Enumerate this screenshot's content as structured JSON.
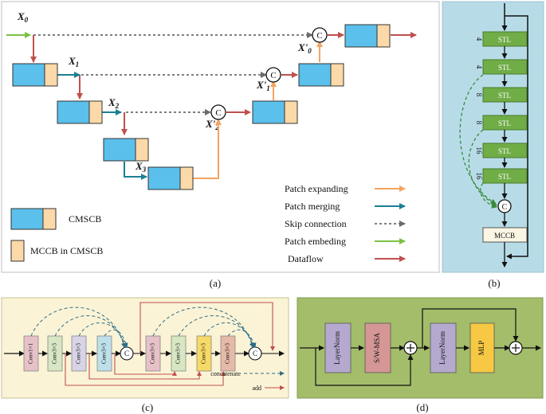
{
  "panels": {
    "a": {
      "caption": "(a)",
      "x_labels": {
        "x0": "X",
        "x0_sub": "0",
        "x1": "X",
        "x1_sub": "1",
        "x2": "X",
        "x2_sub": "2",
        "x3": "X",
        "x3_sub": "3",
        "x0p": "X'",
        "x0p_sub": "0",
        "x1p": "X'",
        "x1p_sub": "1",
        "x2p": "X'",
        "x2p_sub": "2"
      },
      "concat_symbol": "C",
      "legend": {
        "cmscb": "CMSCB",
        "mccb": "MCCB in CMSCB",
        "patch_expanding": "Patch expanding",
        "patch_merging": "Patch merging",
        "skip_connection": "Skip connection",
        "patch_embeding": "Patch embeding",
        "dataflow": "Dataflow"
      }
    },
    "b": {
      "caption": "(b)",
      "stl_label": "STL",
      "stl_numbers": [
        "4",
        "4",
        "8",
        "8",
        "16",
        "16"
      ],
      "concat_symbol": "C",
      "mccb_label": "MCCB"
    },
    "c": {
      "caption": "(c)",
      "blocks": [
        "Conv1×1",
        "Conv3×3",
        "Conv3×3",
        "Conv3×3",
        "Conv3×3",
        "Conv3×3",
        "Conv3×3",
        "Conv3×3"
      ],
      "concat_symbol": "C",
      "legend": {
        "concatenate": "concatenate",
        "add": "add"
      }
    },
    "d": {
      "caption": "(d)",
      "blocks": [
        "LayerNorm",
        "S/W-MSA",
        "LayerNorm",
        "MLP"
      ]
    }
  },
  "colors": {
    "cmscb_fill": "#5bc0eb",
    "mccb_fill": "#fcd9a8",
    "patch_expanding": "#f4a460",
    "patch_merging": "#1b7f95",
    "skip_connection": "#808080",
    "patch_embeding": "#7bc043",
    "dataflow": "#c0504d",
    "panel_b_bg": "#b7dce8",
    "stl_fill": "#70ad47",
    "panel_c_bg": "#fbf3d6",
    "panel_d_bg": "#a3bd6a"
  }
}
